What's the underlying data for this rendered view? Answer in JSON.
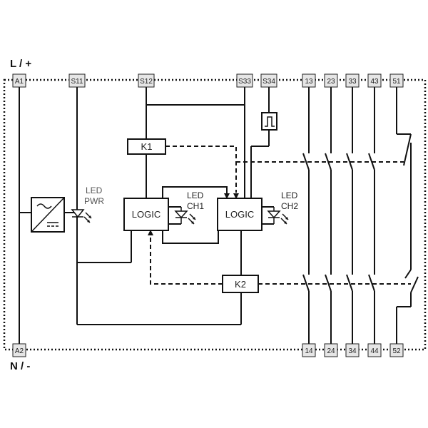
{
  "rails": {
    "top": "L / +",
    "bottom": "N / -"
  },
  "terminals_top": [
    "A1",
    "S11",
    "S12",
    "S33",
    "S34",
    "13",
    "23",
    "33",
    "43",
    "51"
  ],
  "terminals_bottom": [
    "A2",
    "14",
    "24",
    "34",
    "44",
    "52"
  ],
  "blocks": {
    "k1": "K1",
    "k2": "K2",
    "logic1": "LOGIC",
    "logic2": "LOGIC"
  },
  "leds": {
    "pwr": [
      "LED",
      "PWR"
    ],
    "ch1": [
      "LED",
      "CH1"
    ],
    "ch2": [
      "LED",
      "CH2"
    ]
  }
}
